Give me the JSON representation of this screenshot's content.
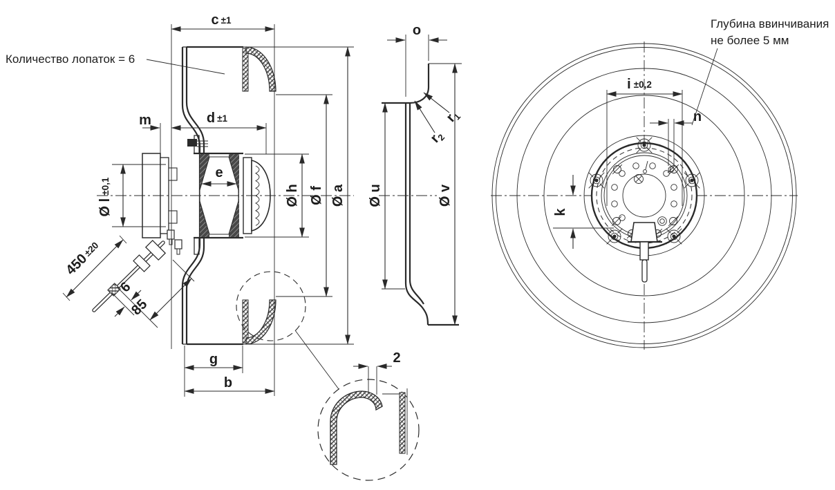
{
  "colors": {
    "line": "#2a2a2a",
    "background": "#ffffff",
    "text": "#1d1d1d"
  },
  "notes": {
    "blade_count": "Количество лопаток = 6",
    "screw_depth_line1": "Глубина ввинчивания",
    "screw_depth_line2": "не более 5 мм"
  },
  "side_view": {
    "dims": {
      "c": {
        "label": "c",
        "tol": "±1"
      },
      "m": {
        "label": "m"
      },
      "d": {
        "label": "d",
        "tol": "±1"
      },
      "e": {
        "label": "e"
      },
      "dia_l": {
        "label": "Ø l",
        "tol": "±0,1"
      },
      "dia_h": {
        "label": "Ø h"
      },
      "dia_f": {
        "label": "Ø f"
      },
      "dia_a": {
        "label": "Ø a"
      },
      "cable_length": {
        "label": "450",
        "tol": "±20"
      },
      "cable_tie_width": {
        "label": "6"
      },
      "cable_tie_offset": {
        "label": "85"
      },
      "g": {
        "label": "g"
      },
      "b": {
        "label": "b"
      }
    }
  },
  "profile_view": {
    "dims": {
      "o": {
        "label": "o"
      },
      "r1": {
        "label": "r",
        "sub": "1"
      },
      "r2": {
        "label": "r",
        "sub": "2"
      },
      "dia_u": {
        "label": "Ø u"
      },
      "dia_v": {
        "label": "Ø v"
      }
    }
  },
  "detail_view": {
    "dims": {
      "edge_thickness": {
        "label": "2"
      }
    }
  },
  "front_view": {
    "dims": {
      "i": {
        "label": "i",
        "tol": "±0,2"
      },
      "n": {
        "label": "n"
      },
      "k": {
        "label": "k"
      }
    }
  }
}
